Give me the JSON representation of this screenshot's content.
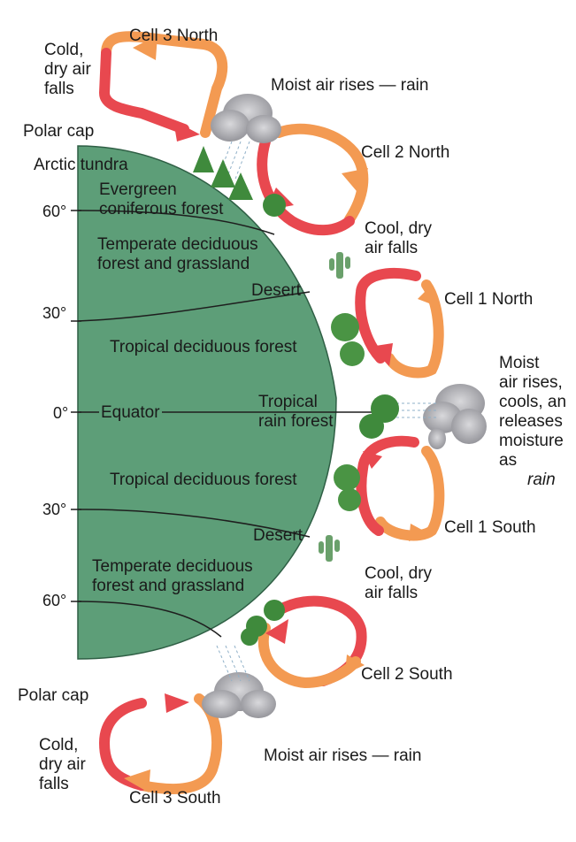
{
  "diagram": {
    "latitudes": [
      "60°",
      "30°",
      "0°",
      "30°",
      "60°"
    ],
    "zones": {
      "polar_cap_north": "Polar cap",
      "arctic_tundra": "Arctic tundra",
      "evergreen_forest": "Evergreen\nconiferous forest",
      "temperate_north": "Temperate deciduous\nforest and grassland",
      "desert_north": "Desert",
      "tropical_deciduous_north": "Tropical deciduous forest",
      "equator": "Equator",
      "tropical_rain_forest": "Tropical\nrain forest",
      "tropical_deciduous_south": "Tropical deciduous forest",
      "desert_south": "Desert",
      "temperate_south": "Temperate deciduous\nforest and grassland",
      "polar_cap_south": "Polar cap"
    },
    "cells": {
      "cell3_north": "Cell 3 North",
      "cell2_north": "Cell 2 North",
      "cell1_north": "Cell 1 North",
      "cell1_south": "Cell 1 South",
      "cell2_south": "Cell 2 South",
      "cell3_south": "Cell 3 South"
    },
    "air_notes": {
      "cold_dry_north": "Cold,\ndry air\nfalls",
      "moist_rain_north": "Moist air rises — rain",
      "cool_dry_north": "Cool, dry\nair falls",
      "moist_equator": "Moist\nair rises,\ncools, an\nreleases\nmoisture\nas",
      "moist_equator_rain": "rain",
      "cool_dry_south": "Cool, dry\nair falls",
      "moist_rain_south": "Moist air rises — rain",
      "cold_dry_south": "Cold,\ndry air\nfalls"
    },
    "colors": {
      "earth": "#5d9e78",
      "arrow_red": "#e8484f",
      "arrow_orange": "#f39a52",
      "cloud": "#a9a9ad",
      "tree": "#3f8a3c",
      "cactus": "#6aa06b"
    }
  }
}
